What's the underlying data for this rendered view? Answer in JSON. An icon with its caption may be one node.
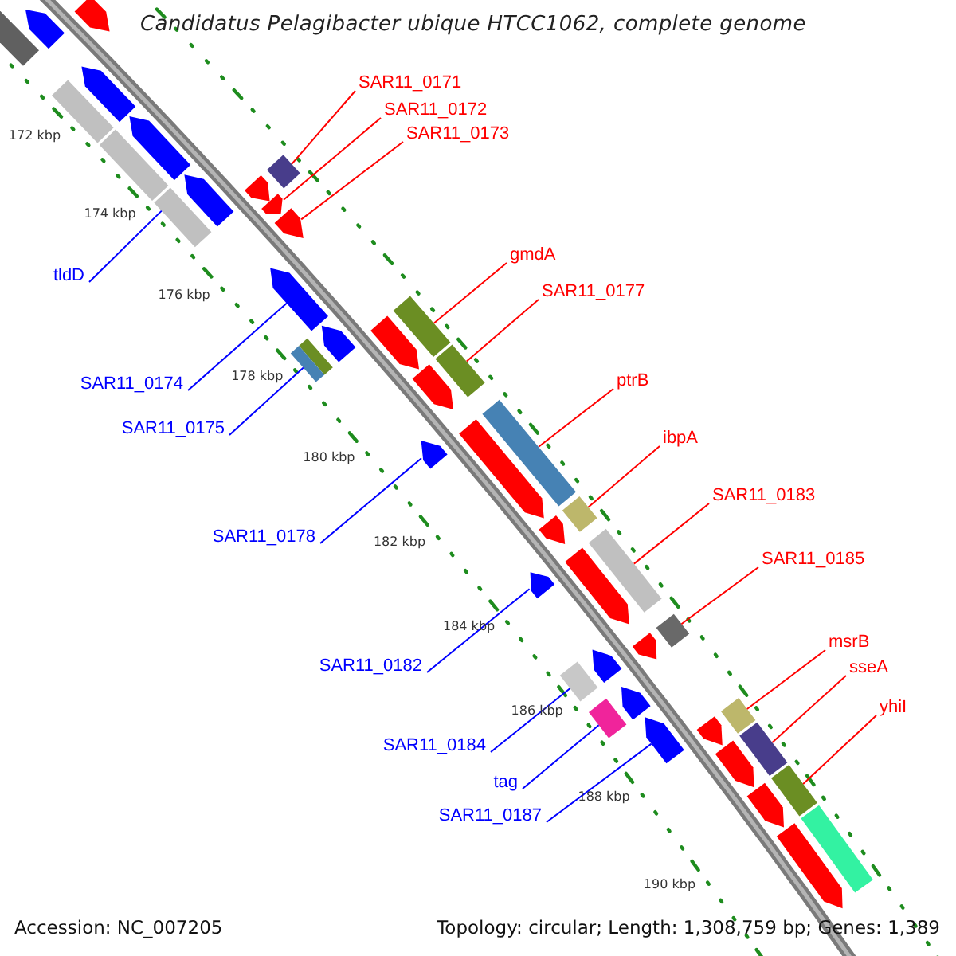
{
  "diagram": {
    "title": "Candidatus Pelagibacter ubique HTCC1062, complete genome",
    "nodes": [
      {
        "text": [
          "SAR11_0171"
        ]
      },
      {
        "text": [
          "SAR11_0172"
        ]
      },
      {
        "text": [
          "SAR11_0173"
        ]
      },
      {
        "text": [
          "tldD"
        ]
      },
      {
        "text": [
          "gmdA"
        ]
      },
      {
        "text": [
          "SAR11_0177"
        ]
      },
      {
        "text": [
          "SAR11_0174"
        ]
      },
      {
        "text": [
          "ptrB"
        ]
      },
      {
        "text": [
          "SAR11_0175"
        ]
      },
      {
        "text": [
          "ibpA"
        ]
      },
      {
        "text": [
          "SAR11_0183"
        ]
      },
      {
        "text": [
          "SAR11_0178"
        ]
      },
      {
        "text": [
          "SAR11_0185"
        ]
      },
      {
        "text": [
          "msrB"
        ]
      },
      {
        "text": [
          "SAR11_0182"
        ]
      },
      {
        "text": [
          "sseA"
        ]
      },
      {
        "text": [
          "yhiI"
        ]
      },
      {
        "text": [
          "SAR11_0184"
        ]
      },
      {
        "text": [
          "tag"
        ]
      },
      {
        "text": [
          "SAR11_0187"
        ]
      },
      {
        "text": [],
        "shape": "bar"
      },
      {
        "text": [],
        "shape": "arrow"
      },
      {
        "text": [],
        "shape": "arrow"
      },
      {
        "text": [],
        "shape": "bar"
      },
      {
        "text": [],
        "shape": "bar"
      },
      {
        "text": [],
        "shape": "bar"
      },
      {
        "text": [],
        "shape": "arrow"
      },
      {
        "text": [],
        "shape": "bar"
      },
      {
        "text": [],
        "shape": "bar"
      },
      {
        "text": [],
        "shape": "bar"
      },
      {
        "text": [],
        "shape": "bar"
      },
      {
        "text": [],
        "shape": "arrow"
      },
      {
        "text": [],
        "shape": "bar"
      },
      {
        "text": [],
        "shape": "bar"
      },
      {
        "text": [],
        "shape": "arrow"
      },
      {
        "text": [],
        "shape": "bar"
      },
      {
        "text": [],
        "shape": "bar"
      },
      {
        "text": [],
        "shape": "bar"
      },
      {
        "text": [],
        "shape": "bar"
      },
      {
        "text": [],
        "shape": "arrow"
      },
      {
        "text": [],
        "shape": "bar"
      },
      {
        "text": [],
        "shape": "arrow"
      },
      {
        "text": [],
        "shape": "arrow"
      },
      {
        "text": [],
        "shape": "bar"
      },
      {
        "text": [],
        "shape": "arrow"
      },
      {
        "text": [],
        "shape": "bar"
      },
      {
        "text": [],
        "shape": "arrow"
      },
      {
        "text": [],
        "shape": "arrow"
      },
      {
        "text": [],
        "shape": "arrow"
      },
      {
        "text": [],
        "shape": "arrow"
      },
      {
        "text": [],
        "shape": "arrow"
      },
      {
        "text": [],
        "shape": "arrow"
      },
      {
        "text": [],
        "shape": "arrow"
      },
      {
        "text": [],
        "shape": "arrow"
      },
      {
        "text": [],
        "shape": "arrow"
      },
      {
        "text": [],
        "shape": "arrow"
      },
      {
        "text": [],
        "shape": "arrow"
      },
      {
        "text": [],
        "shape": "arrow"
      },
      {
        "text": [],
        "shape": "arrow"
      },
      {
        "text": [],
        "shape": "arrow"
      },
      {
        "text": [],
        "shape": "arrow"
      },
      {
        "text": [],
        "shape": "arrow"
      },
      {
        "text": [],
        "shape": "bar"
      }
    ],
    "edges": [
      {
        "from": 0,
        "to": 20,
        "arrow": "none"
      },
      {
        "from": 1,
        "to": 21,
        "arrow": "none"
      },
      {
        "from": 2,
        "to": 22,
        "arrow": "none"
      },
      {
        "from": 3,
        "to": 23,
        "arrow": "none",
        "color": "#0000ff"
      },
      {
        "from": 4,
        "to": 24,
        "arrow": "none"
      },
      {
        "from": 5,
        "to": 25,
        "arrow": "none"
      },
      {
        "from": 6,
        "to": 26,
        "arrow": "none",
        "color": "#0000ff"
      },
      {
        "from": 7,
        "to": 27,
        "arrow": "none"
      },
      {
        "from": 8,
        "to": 28,
        "arrow": "none",
        "color": "#0000ff"
      },
      {
        "from": 9,
        "to": 29,
        "arrow": "none"
      },
      {
        "from": 10,
        "to": 30,
        "arrow": "none"
      },
      {
        "from": 11,
        "to": 31,
        "arrow": "none",
        "color": "#0000ff"
      },
      {
        "from": 12,
        "to": 32,
        "arrow": "none"
      },
      {
        "from": 13,
        "to": 33,
        "arrow": "none"
      },
      {
        "from": 14,
        "to": 34,
        "arrow": "none",
        "color": "#0000ff"
      },
      {
        "from": 15,
        "to": 35,
        "arrow": "none"
      },
      {
        "from": 16,
        "to": 36,
        "arrow": "none"
      },
      {
        "from": 17,
        "to": 37,
        "arrow": "none",
        "color": "#0000ff"
      },
      {
        "from": 18,
        "to": 38,
        "arrow": "none",
        "color": "#0000ff"
      },
      {
        "from": 19,
        "to": 39,
        "arrow": "none",
        "color": "#0000ff"
      }
    ],
    "labels": [
      "172 kbp",
      "174 kbp",
      "176 kbp",
      "178 kbp",
      "180 kbp",
      "182 kbp",
      "184 kbp",
      "186 kbp",
      "188 kbp",
      "190 kbp",
      "Accession: NC_007205",
      "Topology: circular; Length: 1,308,759 bp; Genes: 1,389"
    ]
  }
}
